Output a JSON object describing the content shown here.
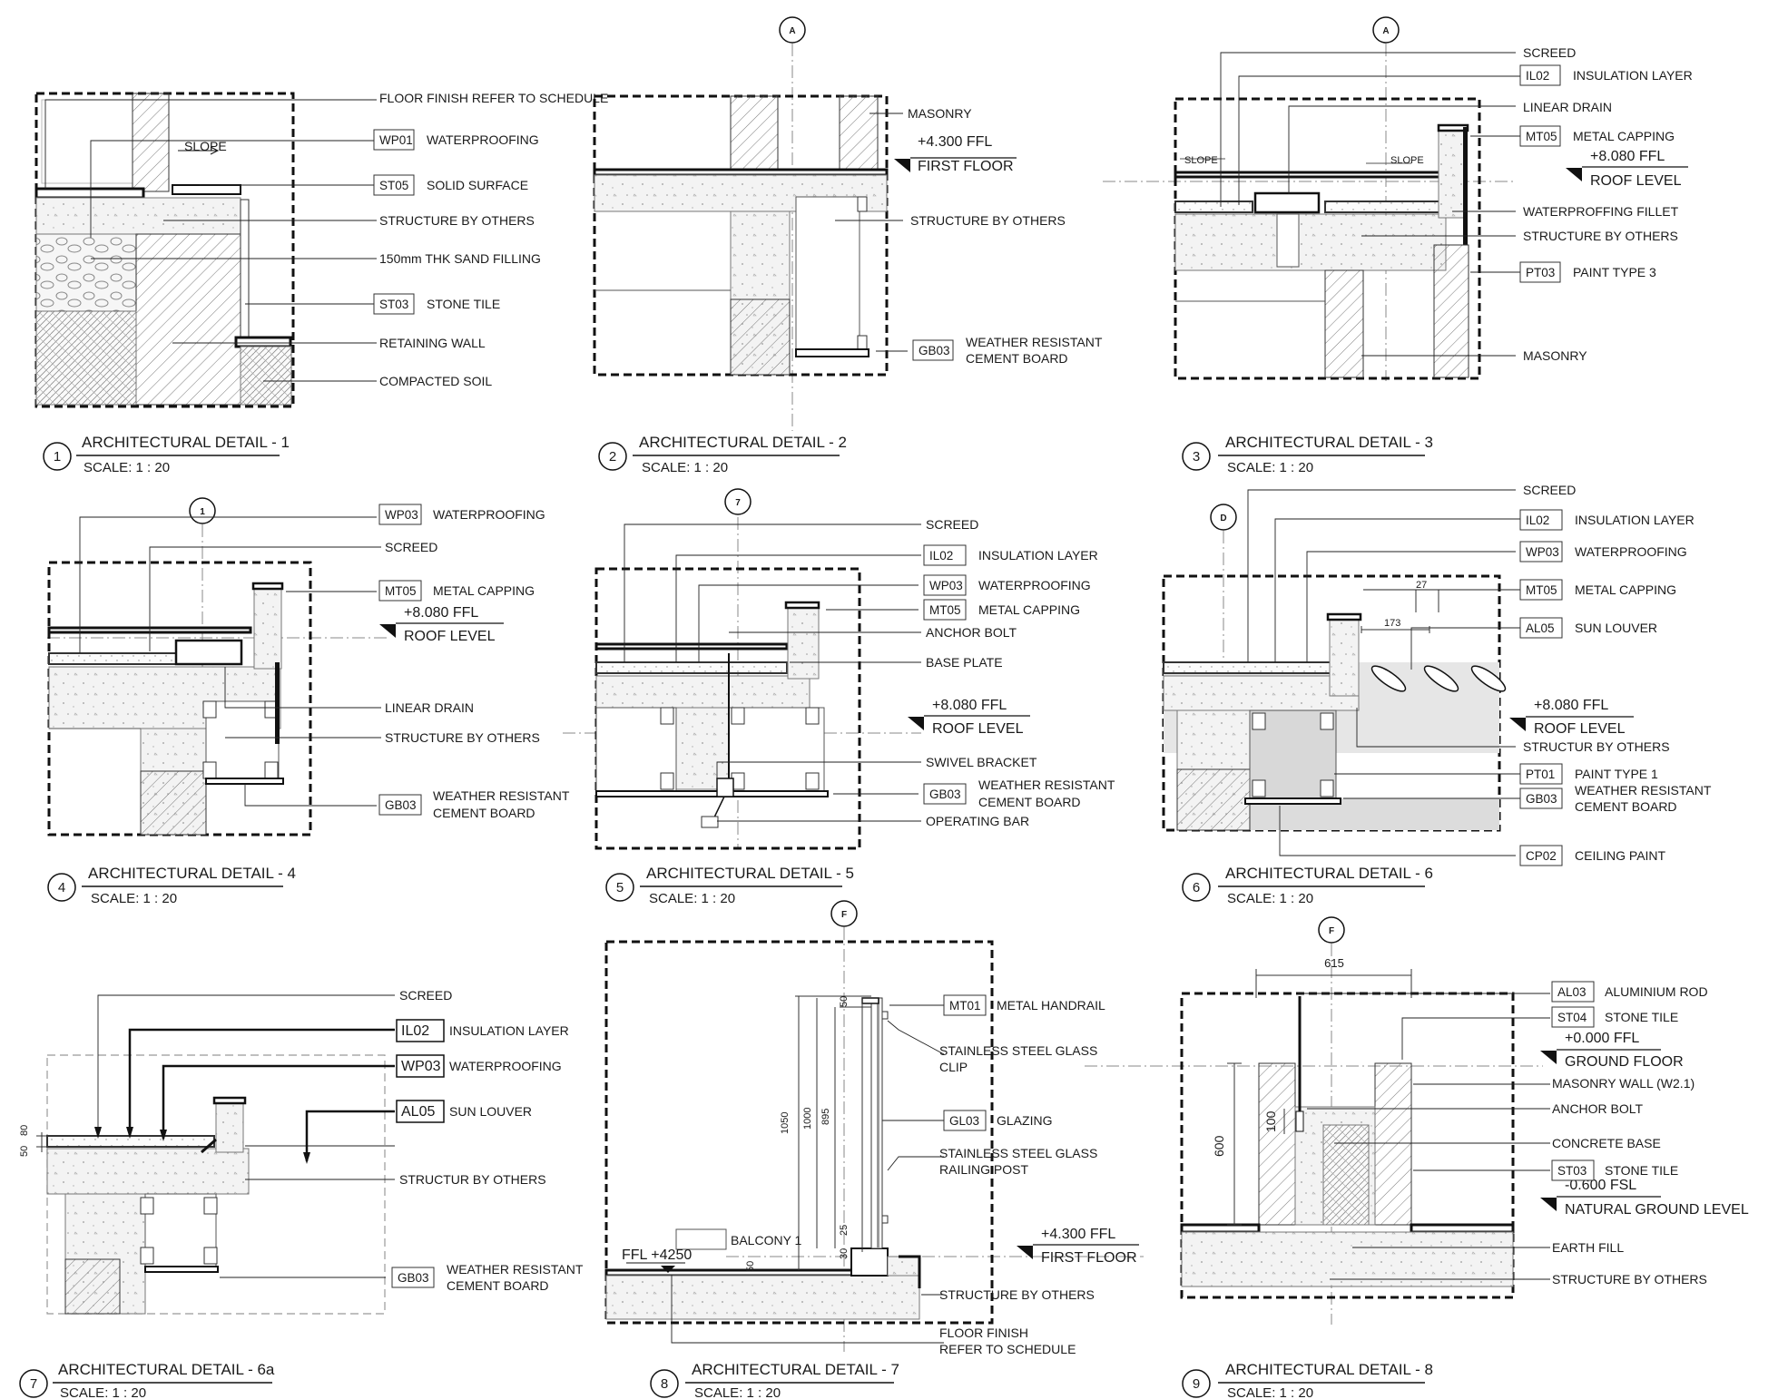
{
  "details": [
    {
      "number": "1",
      "title": "ARCHITECTURAL DETAIL - 1",
      "scale": "SCALE: 1 : 20",
      "notes": {
        "slope": "SLOPE",
        "labels": [
          {
            "code": "",
            "text": "FLOOR FINISH REFER TO SCHEDULE"
          },
          {
            "code": "WP01",
            "text": "WATERPROOFING"
          },
          {
            "code": "ST05",
            "text": "SOLID SURFACE"
          },
          {
            "code": "",
            "text": "STRUCTURE BY OTHERS"
          },
          {
            "code": "",
            "text": "150mm THK SAND FILLING"
          },
          {
            "code": "ST03",
            "text": "STONE TILE"
          },
          {
            "code": "",
            "text": "RETAINING WALL"
          },
          {
            "code": "",
            "text": "COMPACTED SOIL"
          }
        ]
      }
    },
    {
      "number": "2",
      "title": "ARCHITECTURAL DETAIL - 2",
      "scale": "SCALE: 1 : 20",
      "notes": {
        "grid": "A",
        "level": {
          "value": "+4.300 FFL",
          "name": "FIRST FLOOR"
        },
        "labels": [
          {
            "code": "",
            "text": "MASONRY"
          },
          {
            "code": "",
            "text": "STRUCTURE BY OTHERS"
          },
          {
            "code": "GB03",
            "text": "WEATHER RESISTANT",
            "text2": "CEMENT BOARD"
          }
        ]
      }
    },
    {
      "number": "3",
      "title": "ARCHITECTURAL DETAIL - 3",
      "scale": "SCALE: 1 : 20",
      "notes": {
        "grid": "A",
        "slope": "SLOPE",
        "level": {
          "value": "+8.080 FFL",
          "name": "ROOF LEVEL"
        },
        "labels": [
          {
            "code": "",
            "text": "SCREED"
          },
          {
            "code": "IL02",
            "text": "INSULATION LAYER"
          },
          {
            "code": "",
            "text": "LINEAR DRAIN"
          },
          {
            "code": "MT05",
            "text": "METAL CAPPING"
          },
          {
            "code": "",
            "text": "WATERPROFFING FILLET"
          },
          {
            "code": "",
            "text": "STRUCTURE BY OTHERS"
          },
          {
            "code": "PT03",
            "text": "PAINT TYPE 3"
          },
          {
            "code": "",
            "text": "MASONRY"
          }
        ]
      }
    },
    {
      "number": "4",
      "title": "ARCHITECTURAL DETAIL - 4",
      "scale": "SCALE: 1 : 20",
      "notes": {
        "grid": "1",
        "level": {
          "value": "+8.080 FFL",
          "name": "ROOF LEVEL"
        },
        "labels": [
          {
            "code": "WP03",
            "text": "WATERPROOFING"
          },
          {
            "code": "",
            "text": "SCREED"
          },
          {
            "code": "MT05",
            "text": "METAL CAPPING"
          },
          {
            "code": "",
            "text": "LINEAR DRAIN"
          },
          {
            "code": "",
            "text": "STRUCTURE BY OTHERS"
          },
          {
            "code": "GB03",
            "text": "WEATHER RESISTANT",
            "text2": "CEMENT BOARD"
          }
        ]
      }
    },
    {
      "number": "5",
      "title": "ARCHITECTURAL DETAIL - 5",
      "scale": "SCALE: 1 : 20",
      "notes": {
        "grid": "7",
        "level": {
          "value": "+8.080 FFL",
          "name": "ROOF LEVEL"
        },
        "labels": [
          {
            "code": "",
            "text": "SCREED"
          },
          {
            "code": "IL02",
            "text": "INSULATION LAYER"
          },
          {
            "code": "WP03",
            "text": "WATERPROOFING"
          },
          {
            "code": "MT05",
            "text": "METAL CAPPING"
          },
          {
            "code": "",
            "text": "ANCHOR BOLT"
          },
          {
            "code": "",
            "text": "BASE PLATE"
          },
          {
            "code": "",
            "text": "SWIVEL BRACKET"
          },
          {
            "code": "GB03",
            "text": "WEATHER RESISTANT",
            "text2": "CEMENT BOARD"
          },
          {
            "code": "",
            "text": "OPERATING BAR"
          }
        ]
      }
    },
    {
      "number": "6",
      "title": "ARCHITECTURAL DETAIL - 6",
      "scale": "SCALE: 1 : 20",
      "notes": {
        "grid": "D",
        "dims": [
          "27",
          "173"
        ],
        "level": {
          "value": "+8.080 FFL",
          "name": "ROOF LEVEL"
        },
        "labels": [
          {
            "code": "",
            "text": "SCREED"
          },
          {
            "code": "IL02",
            "text": "INSULATION LAYER"
          },
          {
            "code": "WP03",
            "text": "WATERPROOFING"
          },
          {
            "code": "MT05",
            "text": "METAL CAPPING"
          },
          {
            "code": "AL05",
            "text": "SUN LOUVER"
          },
          {
            "code": "",
            "text": "STRUCTUR BY OTHERS"
          },
          {
            "code": "PT01",
            "text": "PAINT TYPE 1"
          },
          {
            "code": "GB03",
            "text": "WEATHER RESISTANT",
            "text2": "CEMENT BOARD"
          },
          {
            "code": "CP02",
            "text": "CEILING PAINT"
          }
        ]
      }
    },
    {
      "number": "7",
      "title": "ARCHITECTURAL DETAIL - 6a",
      "scale": "SCALE: 1 : 20",
      "notes": {
        "dims": [
          "50",
          "80"
        ],
        "labels": [
          {
            "code": "",
            "text": "SCREED"
          },
          {
            "code": "IL02",
            "text": "INSULATION LAYER"
          },
          {
            "code": "WP03",
            "text": "WATERPROOFING"
          },
          {
            "code": "AL05",
            "text": "SUN LOUVER"
          },
          {
            "code": "",
            "text": "STRUCTUR BY OTHERS"
          },
          {
            "code": "GB03",
            "text": "WEATHER RESISTANT",
            "text2": "CEMENT BOARD"
          }
        ]
      }
    },
    {
      "number": "8",
      "title": "ARCHITECTURAL DETAIL - 7",
      "scale": "SCALE: 1 : 20",
      "notes": {
        "grid": "F",
        "dims": [
          "1050",
          "1000",
          "895",
          "50",
          "25",
          "30",
          "50"
        ],
        "balcony": "BALCONY 1",
        "ffl": "FFL +4250",
        "level": {
          "value": "+4.300 FFL",
          "name": "FIRST FLOOR"
        },
        "labels": [
          {
            "code": "MT01",
            "text": "METAL HANDRAIL"
          },
          {
            "code": "",
            "text": "STAINLESS STEEL GLASS",
            "text2": "CLIP"
          },
          {
            "code": "GL03",
            "text": "GLAZING"
          },
          {
            "code": "",
            "text": "STAINLESS STEEL GLASS",
            "text2": "RAILING POST"
          },
          {
            "code": "",
            "text": "STRUCTURE BY OTHERS"
          },
          {
            "code": "",
            "text": "FLOOR FINISH",
            "text2": "REFER TO SCHEDULE"
          }
        ]
      }
    },
    {
      "number": "9",
      "title": "ARCHITECTURAL DETAIL - 8",
      "scale": "SCALE: 1 : 20",
      "notes": {
        "grid": "F",
        "dims": [
          "615",
          "600",
          "100"
        ],
        "level": {
          "value": "+0.000 FFL",
          "name": "GROUND FLOOR"
        },
        "level2": {
          "value": "-0.600 FSL",
          "name": "NATURAL GROUND LEVEL"
        },
        "labels": [
          {
            "code": "AL03",
            "text": "ALUMINIUM ROD"
          },
          {
            "code": "ST04",
            "text": "STONE TILE"
          },
          {
            "code": "",
            "text": "MASONRY WALL (W2.1)"
          },
          {
            "code": "",
            "text": "ANCHOR BOLT"
          },
          {
            "code": "",
            "text": "CONCRETE BASE"
          },
          {
            "code": "ST03",
            "text": "STONE TILE"
          },
          {
            "code": "",
            "text": "EARTH FILL"
          },
          {
            "code": "",
            "text": "STRUCTURE BY OTHERS"
          }
        ]
      }
    }
  ]
}
